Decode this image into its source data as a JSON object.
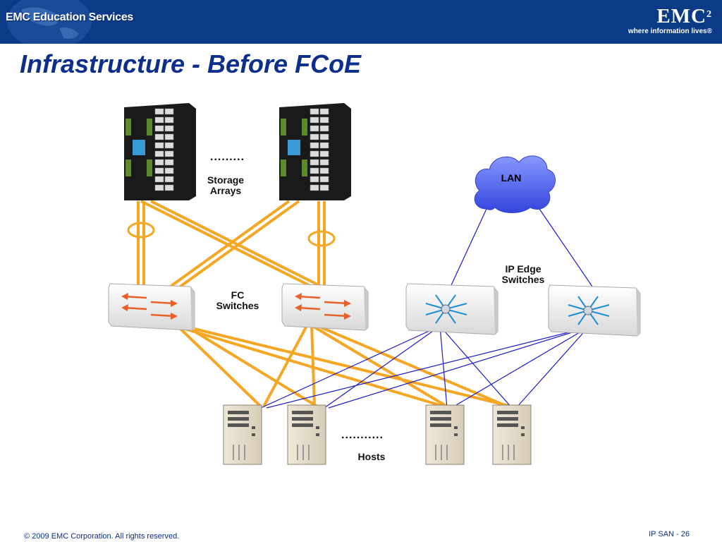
{
  "header": {
    "left_logo": "EMC Education Services",
    "brand": "EMC",
    "brand_sup": "2",
    "tagline": "where information lives"
  },
  "title": "Infrastructure - Before FCoE",
  "labels": {
    "storage": "Storage\nArrays",
    "fc_switches": "FC\nSwitches",
    "lan": "LAN",
    "ip_edge": "IP Edge\nSwitches",
    "hosts": "Hosts",
    "storage_dots": ".........",
    "host_dots": "..........."
  },
  "colors": {
    "header_bg": "#0b3a86",
    "title": "#0b2f8a",
    "fc_link": "#f5a623",
    "ip_link": "#1a1acc",
    "lan_cloud": "#5566ee"
  },
  "footer": {
    "copyright": "© 2009 EMC Corporation. All rights reserved.",
    "page": "IP SAN - 26"
  }
}
